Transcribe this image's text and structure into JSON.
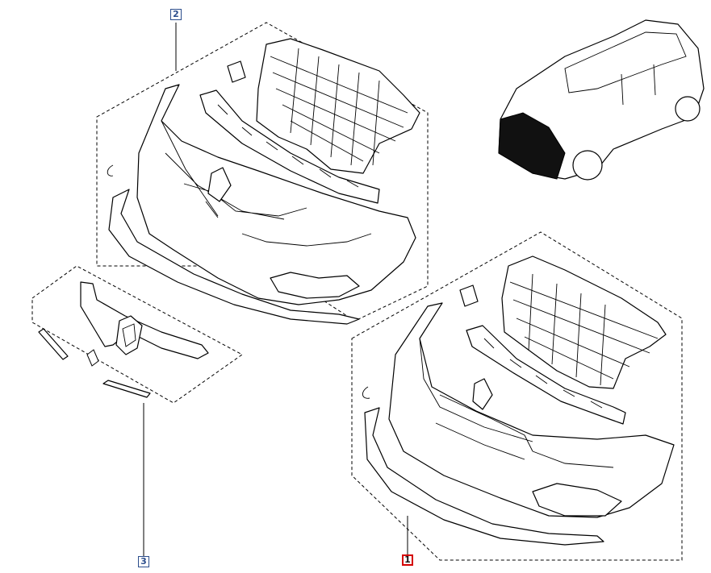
{
  "callouts": [
    {
      "label": "1",
      "state": "selected",
      "border_color": "#d40000"
    },
    {
      "label": "2",
      "state": "normal",
      "border_color": "#2b4d8c"
    },
    {
      "label": "3",
      "state": "normal",
      "border_color": "#2b4d8c"
    }
  ],
  "colors": {
    "line": "#000000",
    "background": "#ffffff"
  }
}
